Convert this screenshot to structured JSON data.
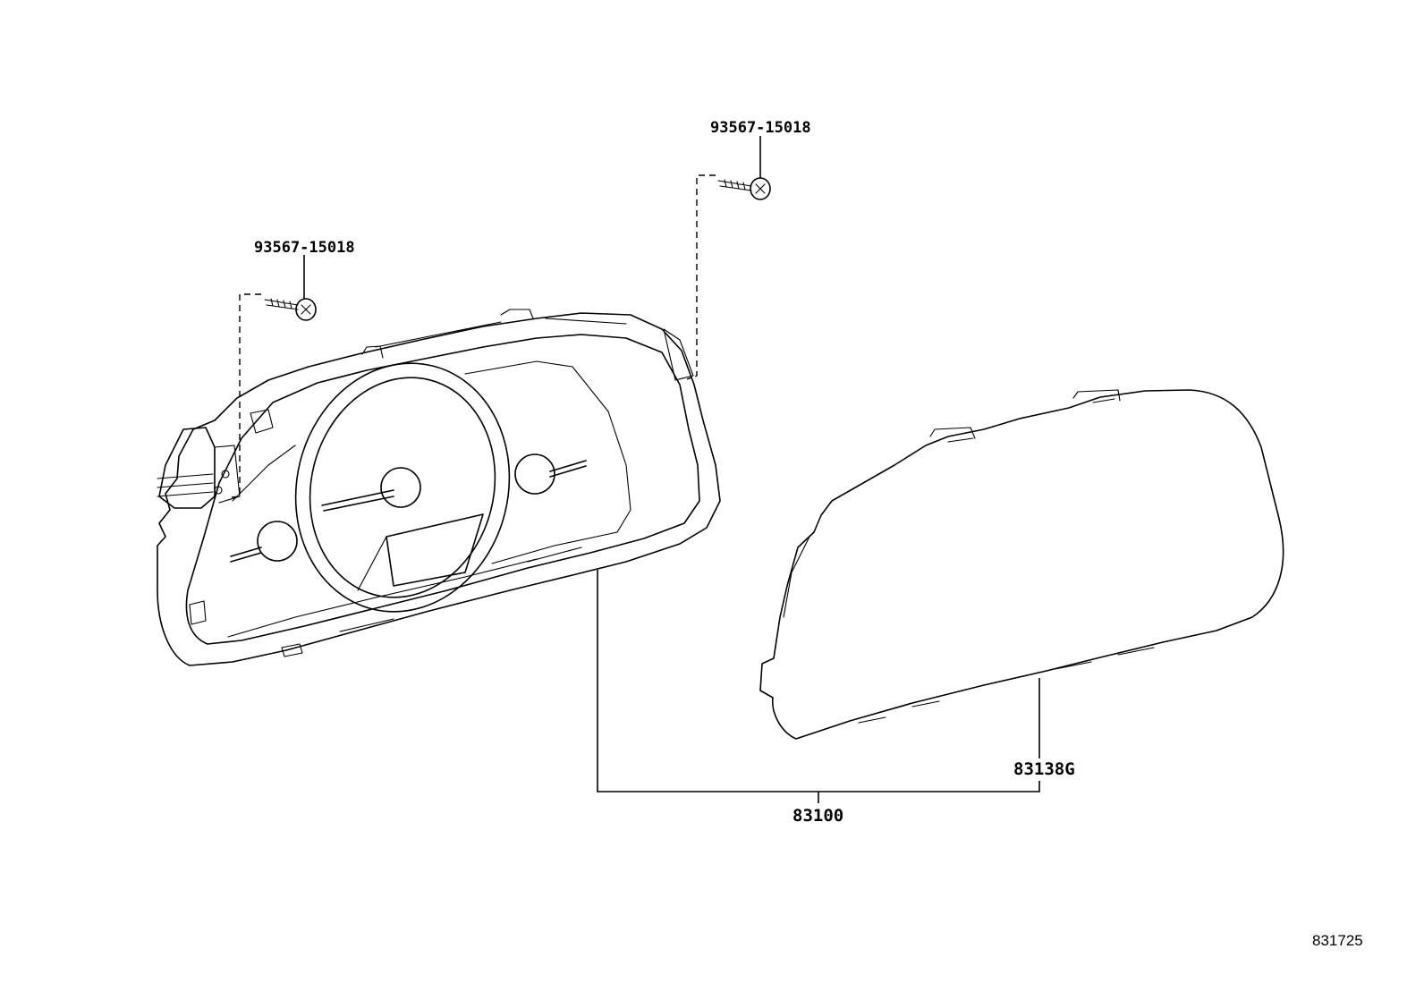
{
  "labels": {
    "bolt_upper": "93567-15018",
    "bolt_left": "93567-15018",
    "glass": "83138G",
    "assembly": "83100",
    "reference": "831725"
  }
}
